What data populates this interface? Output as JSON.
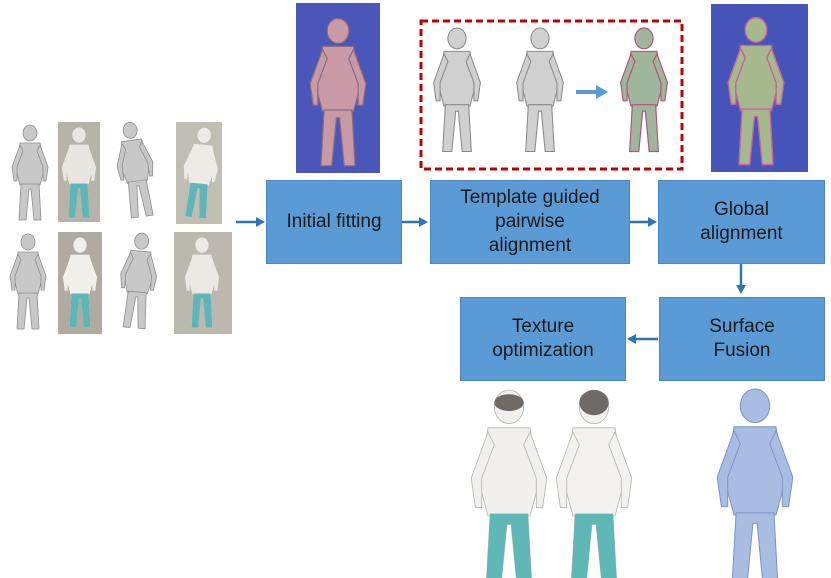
{
  "steps": {
    "initial_fitting": "Initial fitting",
    "template_alignment": "Template guided\npairwise\nalignment",
    "global_alignment": "Global\nalignment",
    "surface_fusion": "Surface\nFusion",
    "texture_optimization": "Texture\noptimization"
  },
  "colors": {
    "box_fill": "#5b9bd5",
    "arrow": "#2e75b6",
    "highlight_border": "#c00000",
    "mesh_gray": "#c8c8c8",
    "render_bg": "#4653b8"
  },
  "icons": {
    "input_meshes": "gray-human-mesh",
    "input_photos": "human-photo",
    "fitting_render": "template-body-render",
    "alignment_result": "aligned-mesh-render",
    "fused_mesh": "blue-human-mesh",
    "textured_models": "textured-human-model"
  }
}
